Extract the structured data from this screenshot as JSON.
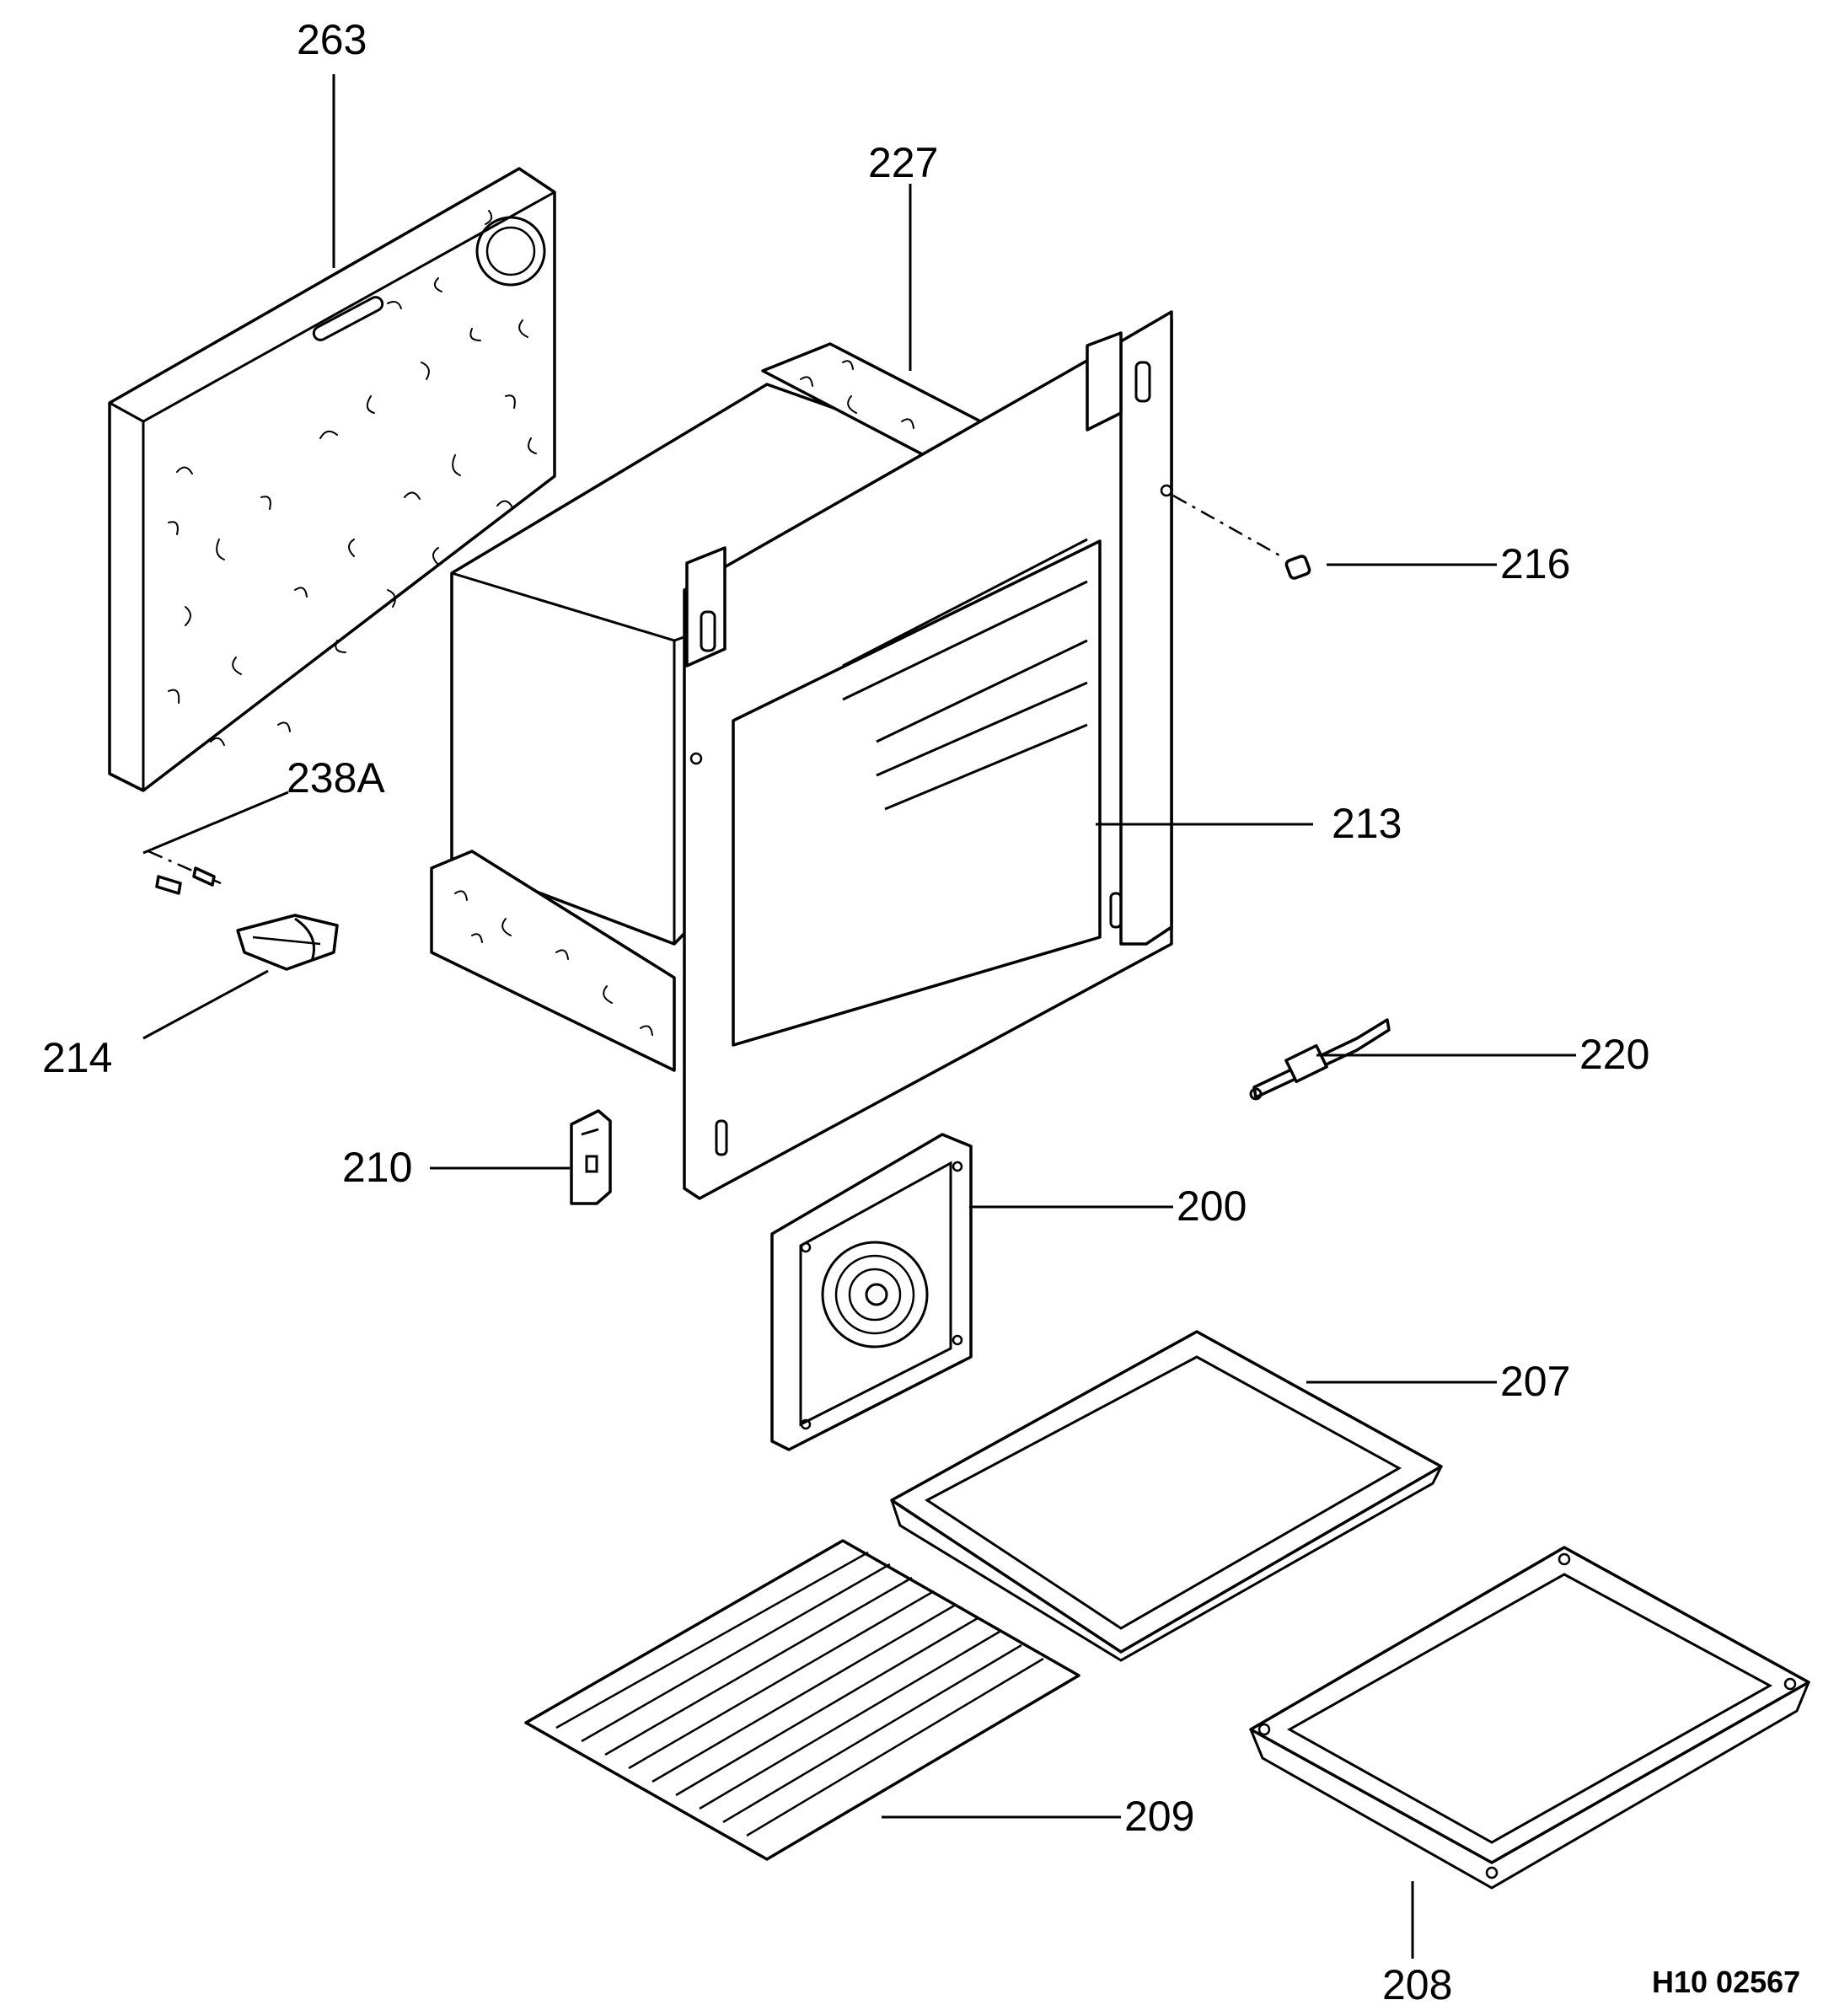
{
  "diagram": {
    "reference_code": "H10 02567",
    "parts": [
      {
        "id": "263"
      },
      {
        "id": "227"
      },
      {
        "id": "216"
      },
      {
        "id": "238A"
      },
      {
        "id": "213"
      },
      {
        "id": "214"
      },
      {
        "id": "220"
      },
      {
        "id": "210"
      },
      {
        "id": "200"
      },
      {
        "id": "207"
      },
      {
        "id": "209"
      },
      {
        "id": "208"
      }
    ]
  }
}
